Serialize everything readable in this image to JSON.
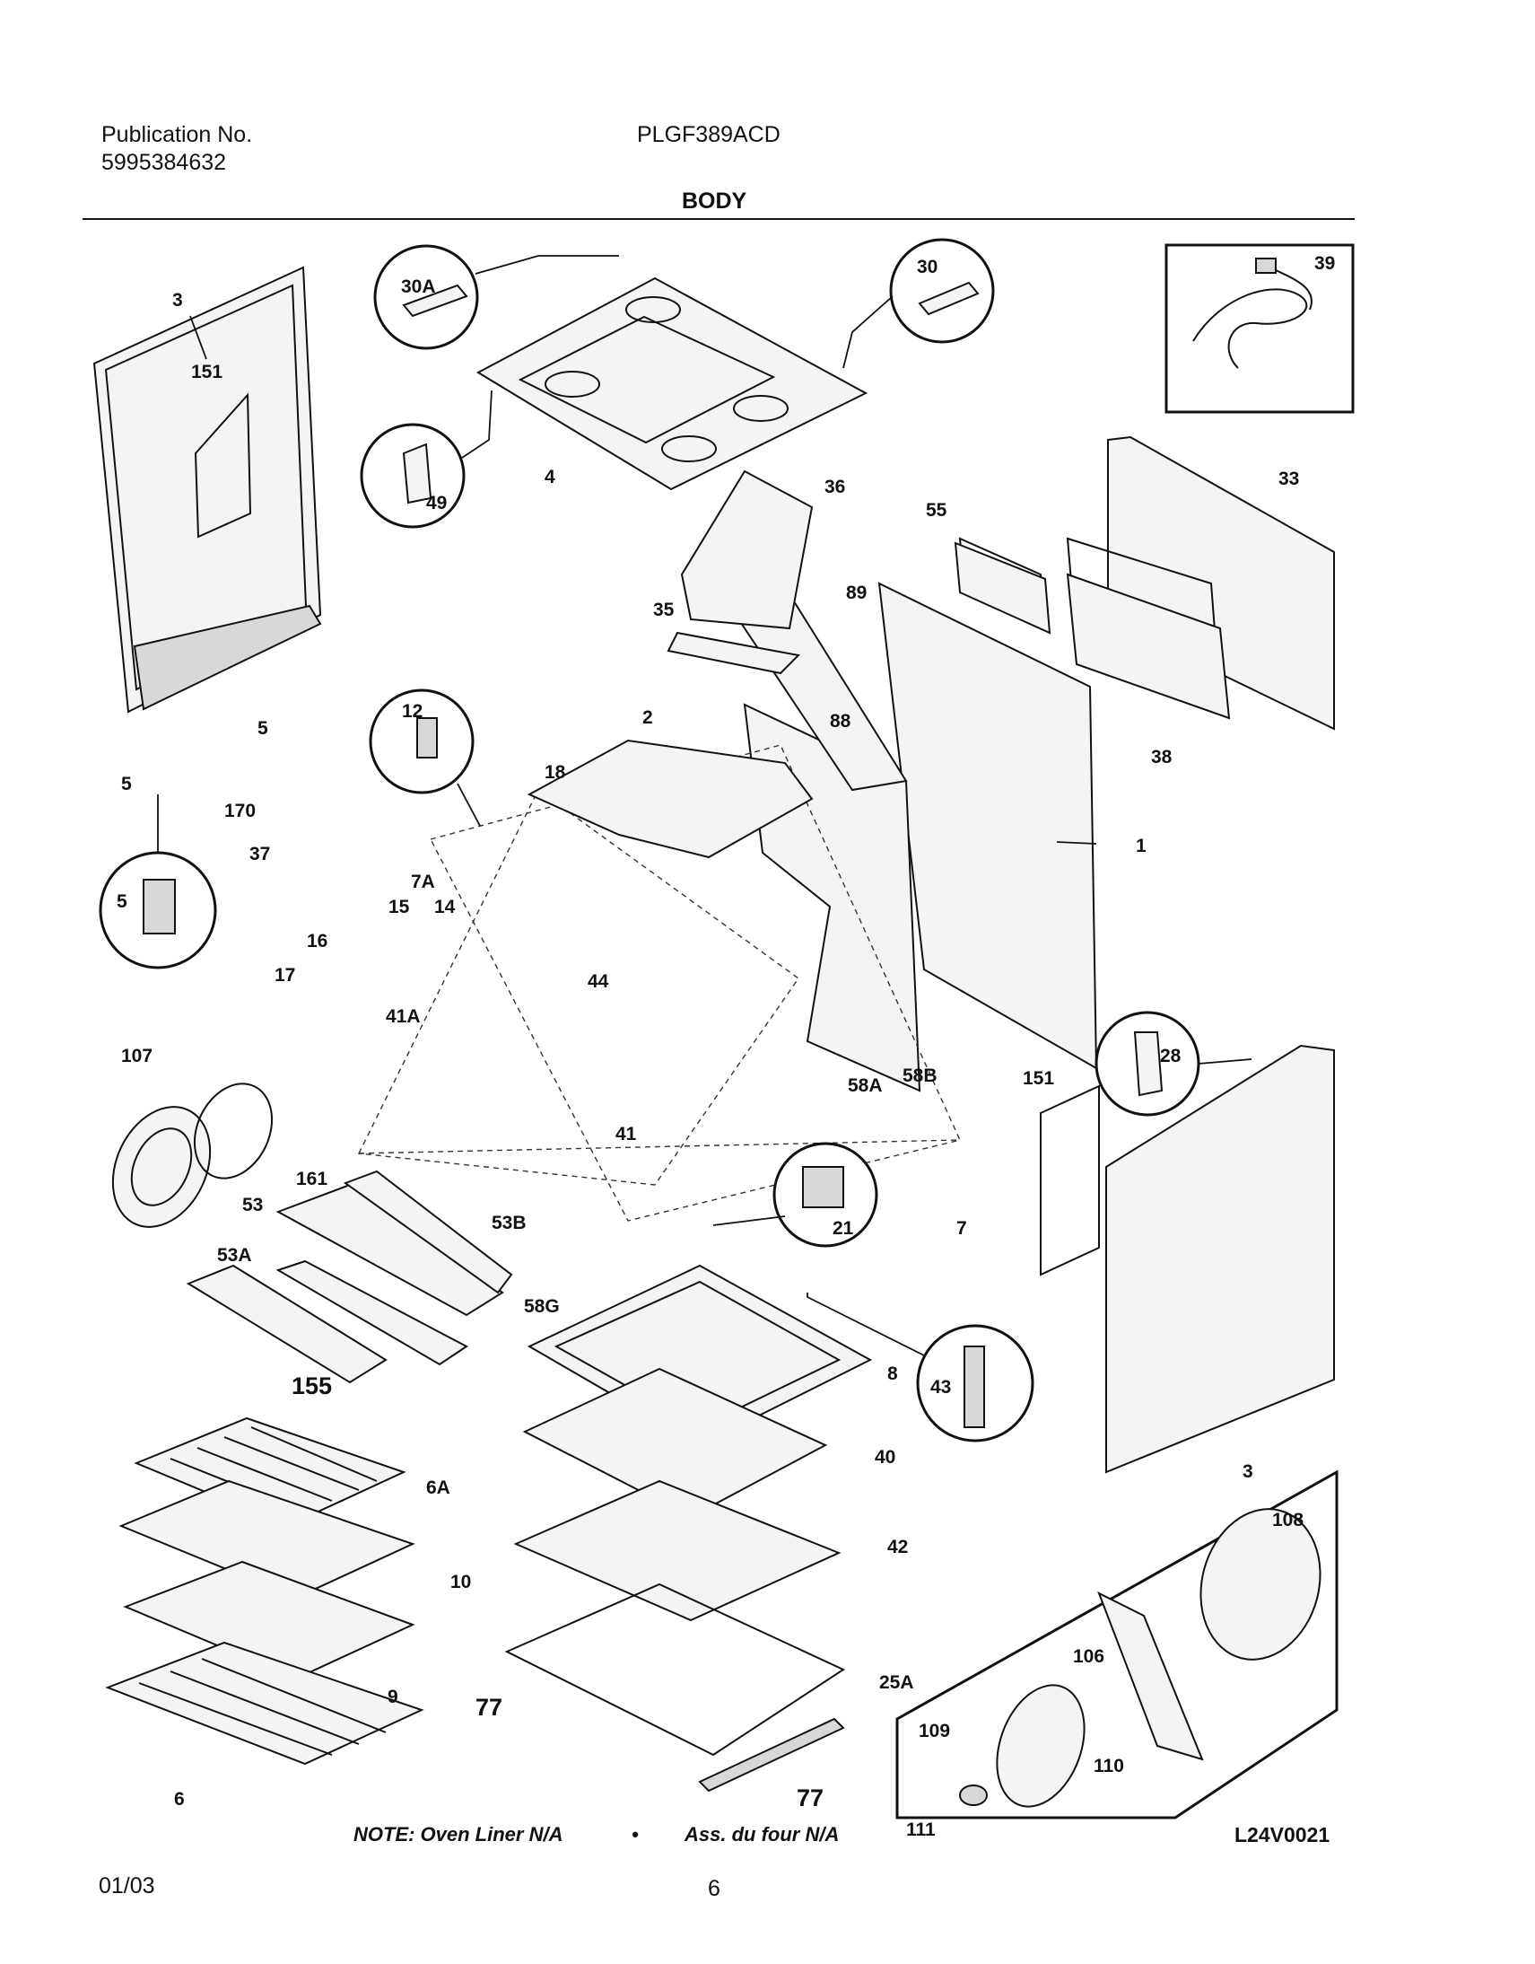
{
  "header": {
    "publication_label": "Publication No.",
    "publication_number": "5995384632",
    "model": "PLGF389ACD",
    "section_title": "BODY"
  },
  "note": {
    "english": "NOTE: Oven Liner N/A",
    "bullet": "•",
    "french": "Ass. du four N/A"
  },
  "diagram_code": "L24V0021",
  "footer": {
    "date": "01/03",
    "page": "6"
  },
  "part_labels": {
    "p3_left": "3",
    "p151_left": "151",
    "p30A": "30A",
    "p30": "30",
    "p39": "39",
    "p4": "4",
    "p49": "49",
    "p36": "36",
    "p33": "33",
    "p55": "55",
    "p35": "35",
    "p89": "89",
    "p88": "88",
    "p38": "38",
    "p5_a": "5",
    "p5_b": "5",
    "p5_c": "5",
    "p170": "170",
    "p12": "12",
    "p2": "2",
    "p18": "18",
    "p1": "1",
    "p37": "37",
    "p7A": "7A",
    "p15": "15",
    "p14": "14",
    "p16": "16",
    "p17": "17",
    "p44": "44",
    "p41A": "41A",
    "p58A": "58A",
    "p58B": "58B",
    "p107": "107",
    "p161": "161",
    "p151_right": "151",
    "p28": "28",
    "p41": "41",
    "p21": "21",
    "p7": "7",
    "p53": "53",
    "p53B": "53B",
    "p53A": "53A",
    "p58G": "58G",
    "p155": "155",
    "p8": "8",
    "p43": "43",
    "p40": "40",
    "p6A": "6A",
    "p10": "10",
    "p42": "42",
    "p3_right": "3",
    "p108": "108",
    "p106": "106",
    "p9": "9",
    "p25A": "25A",
    "p77_a": "77",
    "p77_b": "77",
    "p109": "109",
    "p110": "110",
    "p6": "6",
    "p111": "111"
  }
}
